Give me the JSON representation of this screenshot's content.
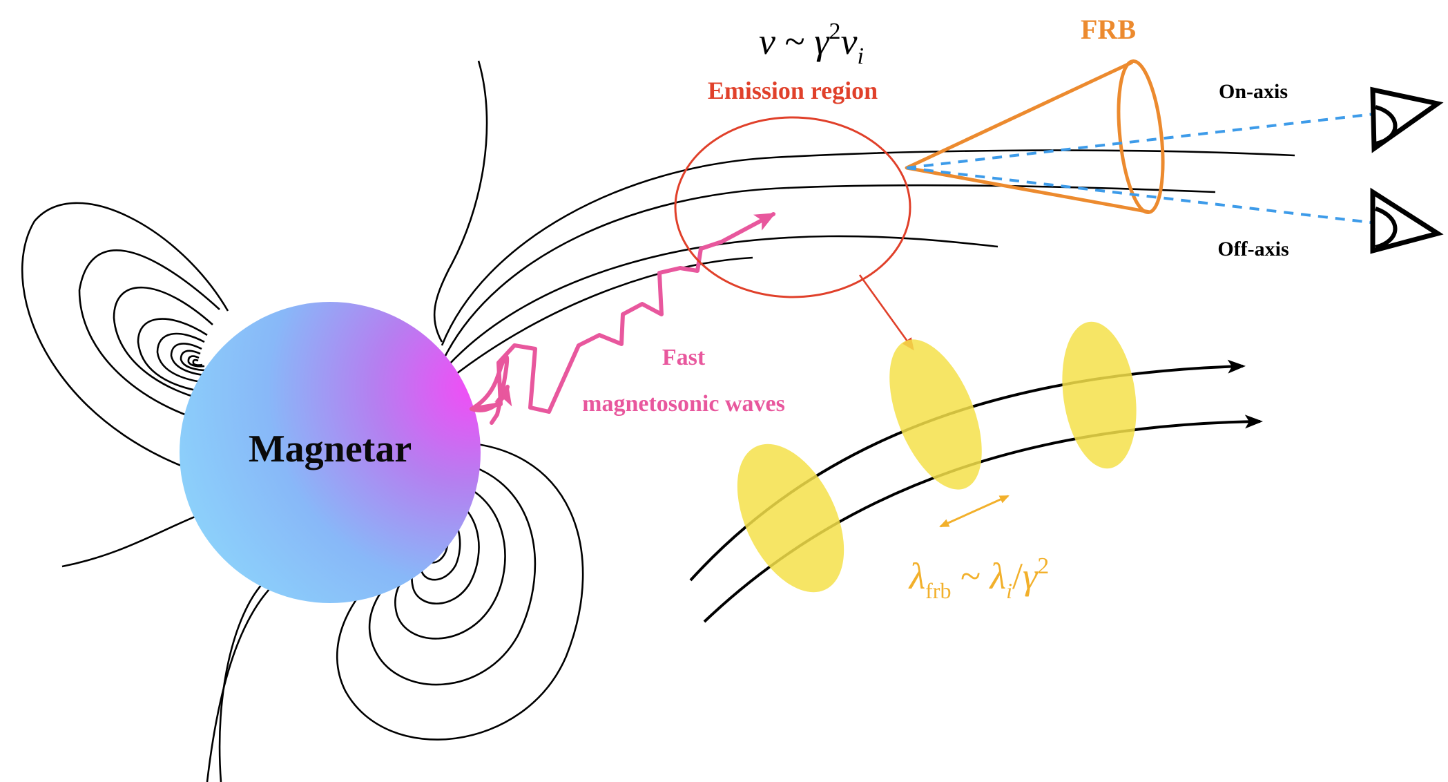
{
  "labels": {
    "magnetar": "Magnetar",
    "fast_waves_line1": "Fast",
    "fast_waves_line2": "magnetosonic waves",
    "emission_region": "Emission region",
    "frb": "FRB",
    "on_axis": "On-axis",
    "off_axis": "Off-axis"
  },
  "equations": {
    "frequency": {
      "nu": "ν",
      "sim": " ~ ",
      "gamma": "γ",
      "sq": "2",
      "nu_i": "ν",
      "sub_i": "i"
    },
    "wavelength": {
      "lambda": "λ",
      "sub_frb": "frb",
      "sim": " ~ ",
      "lambda_i": "λ",
      "sub_i": "i",
      "slash": "/",
      "gamma": "γ",
      "sq": "2"
    }
  },
  "colors": {
    "field_lines": "#000000",
    "emission_region": "#e0402a",
    "frb_cone": "#ec8a2e",
    "fast_waves": "#e8579d",
    "sight_lines": "#3d9be9",
    "blobs": "#f5e04a",
    "wavelength": "#f2b02b",
    "magnetar_gradient": [
      "#8fd3fa",
      "#7fc8ff",
      "#b77ff0",
      "#ee4cf5"
    ]
  }
}
